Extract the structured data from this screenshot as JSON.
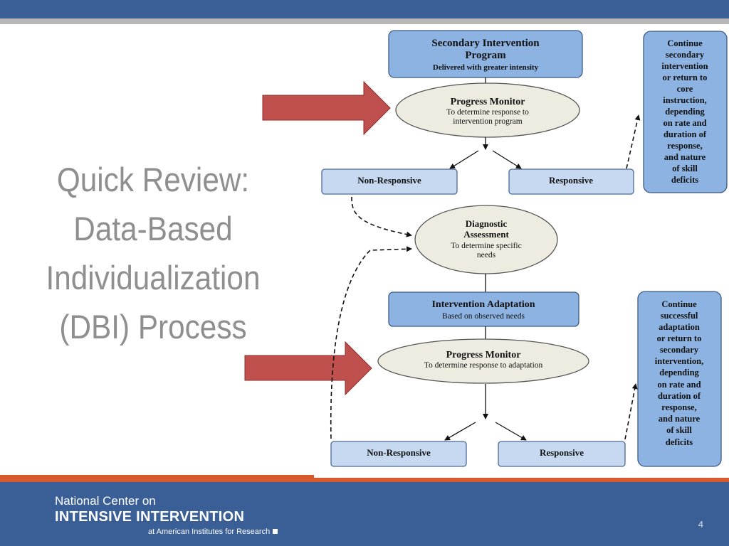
{
  "slide_title": {
    "lines": [
      "Quick Review:",
      "Data-Based",
      "Individualization",
      "(DBI) Process"
    ]
  },
  "flowchart": {
    "secondary_program": {
      "title_lines": [
        "Secondary Intervention",
        "Program"
      ],
      "subtitle": "Delivered with greater intensity"
    },
    "progress_monitor_1": {
      "title": "Progress Monitor",
      "sub_lines": [
        "To determine response to",
        "intervention program"
      ]
    },
    "non_responsive_1": "Non-Responsive",
    "responsive_1": "Responsive",
    "continue_1": [
      "Continue",
      "secondary",
      "intervention",
      "or return to",
      "core",
      "instruction,",
      "depending",
      "on rate and",
      "duration of",
      "response,",
      "and nature",
      "of skill",
      "deficits"
    ],
    "diagnostic": {
      "title_lines": [
        "Diagnostic",
        "Assessment"
      ],
      "sub_lines": [
        "To determine specific",
        "needs"
      ]
    },
    "adaptation": {
      "title": "Intervention  Adaptation",
      "subtitle": "Based on observed needs"
    },
    "progress_monitor_2": {
      "title": "Progress Monitor",
      "subtitle": "To determine response to adaptation"
    },
    "non_responsive_2": "Non-Responsive",
    "responsive_2": "Responsive",
    "continue_2": [
      "Continue",
      "successful",
      "adaptation",
      "or return to",
      "secondary",
      "intervention,",
      "depending",
      "on rate and",
      "duration of",
      "response,",
      "and nature",
      "of skill",
      "deficits"
    ],
    "colors": {
      "box_fill": "#8db3e2",
      "light_box_fill": "#c6d9f1",
      "ellipse_fill": "#eeece1",
      "arrow_fill": "#c0504d"
    }
  },
  "footer": {
    "org_line1": "National Center on",
    "org_line2": "INTENSIVE INTERVENTION",
    "org_line3": "at American Institutes for Research",
    "page_number": "4"
  }
}
